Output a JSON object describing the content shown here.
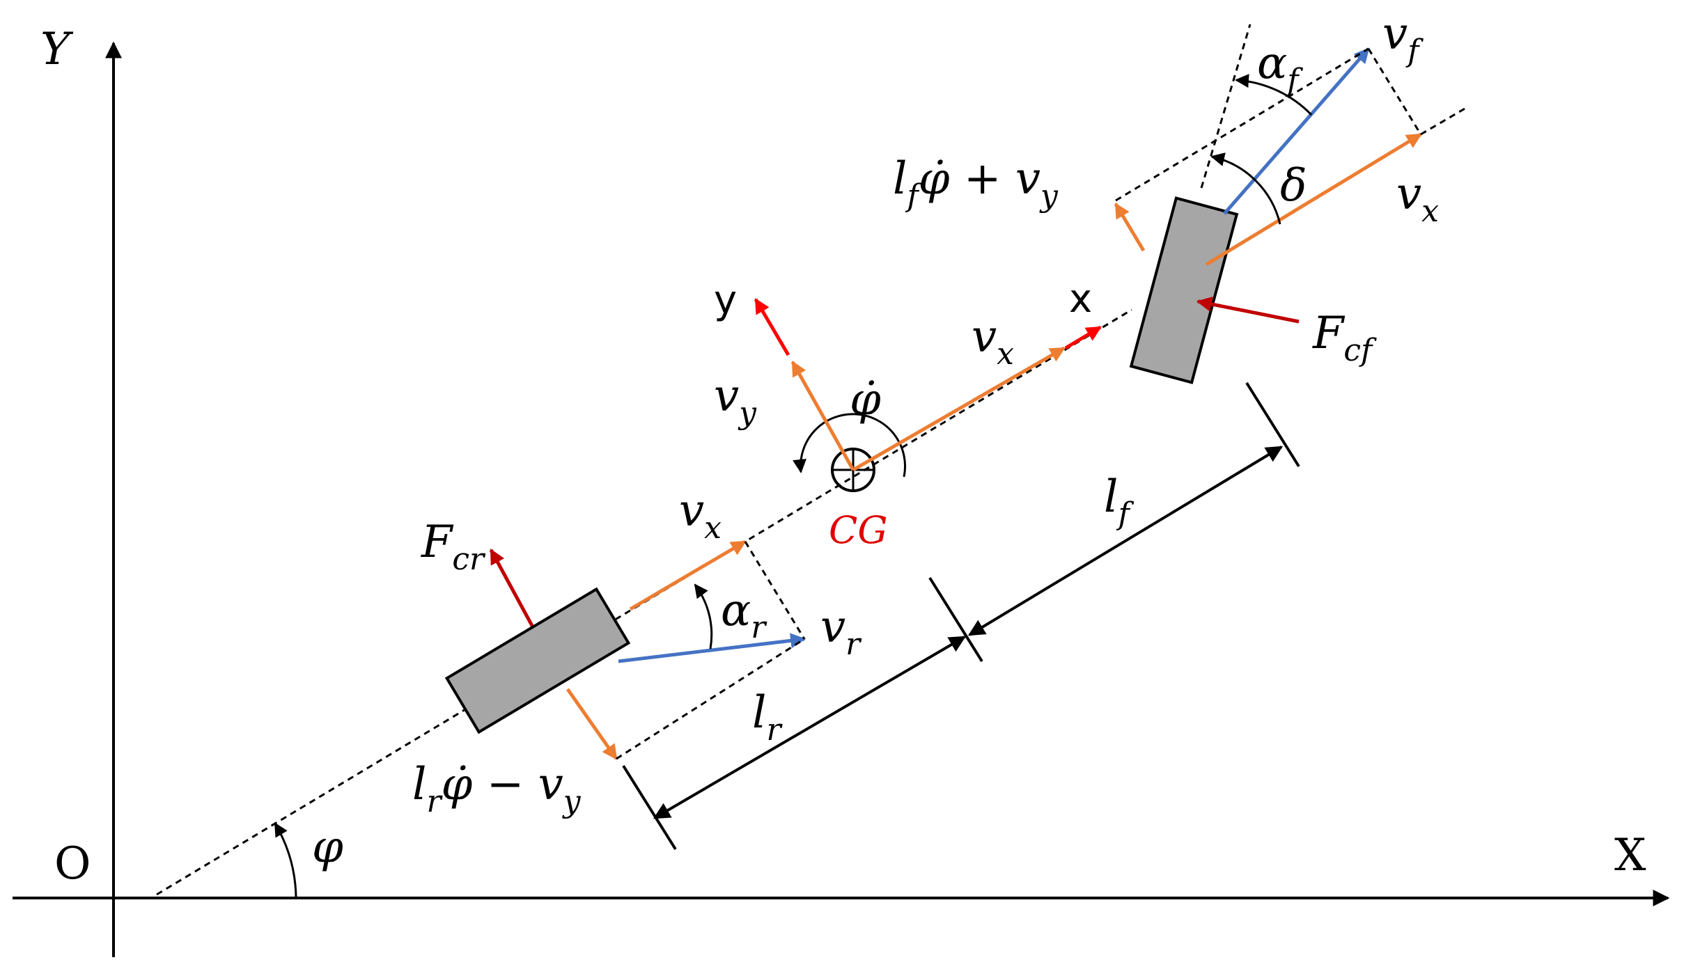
{
  "axes": {
    "origin": "O",
    "x_axis": "X",
    "y_axis": "Y",
    "heading_angle": "φ"
  },
  "body_frame": {
    "x": "x",
    "y": "y",
    "center": "CG",
    "yaw_rate": "φ̇",
    "vx": {
      "base": "v",
      "sub": "x"
    },
    "vy": {
      "base": "v",
      "sub": "y"
    }
  },
  "front_wheel": {
    "force": {
      "base": "F",
      "sub": "cf"
    },
    "velocity": {
      "base": "v",
      "sub": "f"
    },
    "long_velocity": {
      "base": "v",
      "sub": "x"
    },
    "lat_velocity": {
      "l": "l",
      "lsub": "f",
      "rest": "φ̇ + v",
      "rsub": "y"
    },
    "slip_angle": {
      "base": "α",
      "sub": "f"
    },
    "steer_angle": "δ",
    "distance": {
      "base": "l",
      "sub": "f"
    }
  },
  "rear_wheel": {
    "force": {
      "base": "F",
      "sub": "cr"
    },
    "velocity": {
      "base": "v",
      "sub": "r"
    },
    "long_velocity": {
      "base": "v",
      "sub": "x"
    },
    "lat_velocity": {
      "l": "l",
      "lsub": "r",
      "rest": "φ̇ − v",
      "rsub": "y"
    },
    "slip_angle": {
      "base": "α",
      "sub": "r"
    },
    "distance": {
      "base": "l",
      "sub": "r"
    }
  },
  "colors": {
    "velocity": "#ED7D31",
    "resultant": "#4472C4",
    "force": "#C00000",
    "frame": "#FF0000",
    "tire": "#A6A6A6",
    "line": "#000000"
  }
}
